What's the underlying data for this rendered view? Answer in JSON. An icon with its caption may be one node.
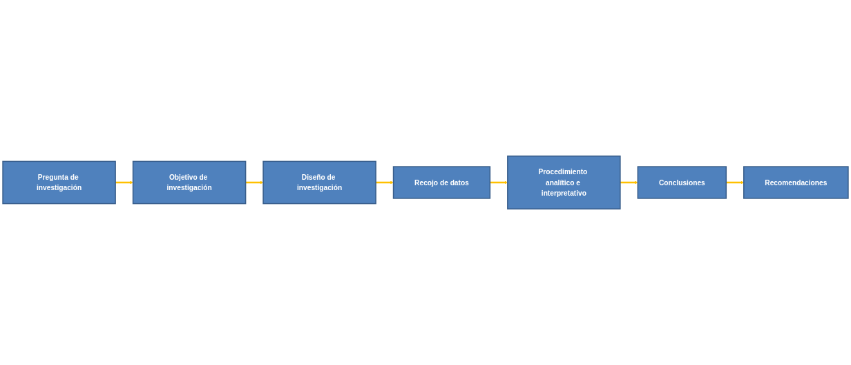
{
  "diagram": {
    "nodes": [
      {
        "text": [
          "Pregunta de investigación"
        ]
      },
      {
        "text": [
          "Objetivo de investigación"
        ]
      },
      {
        "text": [
          "Diseño de investigación"
        ]
      },
      {
        "text": [
          "Recojo de datos"
        ]
      },
      {
        "text": [
          "Procedimiento analítico e interpretativo"
        ]
      },
      {
        "text": [
          "Conclusiones"
        ]
      },
      {
        "text": [
          "Recomendaciones"
        ]
      }
    ],
    "edges": [
      {
        "from": 0,
        "to": 1,
        "arrow": "to"
      },
      {
        "from": 1,
        "to": 2,
        "arrow": "to"
      },
      {
        "from": 2,
        "to": 3,
        "arrow": "to"
      },
      {
        "from": 3,
        "to": 4,
        "arrow": "to"
      },
      {
        "from": 4,
        "to": 5,
        "arrow": "to"
      },
      {
        "from": 5,
        "to": 6,
        "arrow": "to"
      }
    ]
  }
}
